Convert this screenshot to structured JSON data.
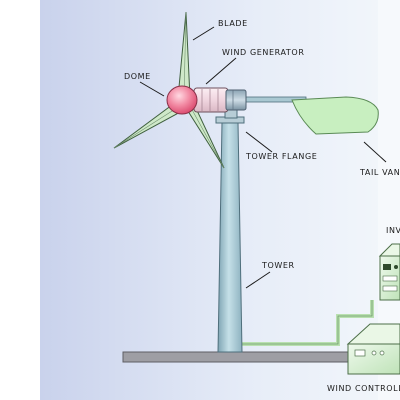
{
  "labels": {
    "blade": "BLADE",
    "wind_generator": "WIND GENERATOR",
    "dome": "DOME",
    "tower_flange": "TOWER FLANGE",
    "tail_vane": "TAIL VANE",
    "tower": "TOWER",
    "inverter": "INV",
    "wind_controller": "WIND CONTROLLE"
  },
  "colors": {
    "background_gradient": [
      "#c9d2ec",
      "#e7edf8",
      "#f3f7fb"
    ],
    "tower": "#a9c8d2",
    "blade": "#cfe9c9",
    "tail_vane": "#c8efc0",
    "generator_body": "#f2dbe4",
    "dome": "#ec6f8d",
    "box_fill": "#d8f0d4",
    "base_plate": "#9e9ea4",
    "cable": "#b9e0b0"
  }
}
